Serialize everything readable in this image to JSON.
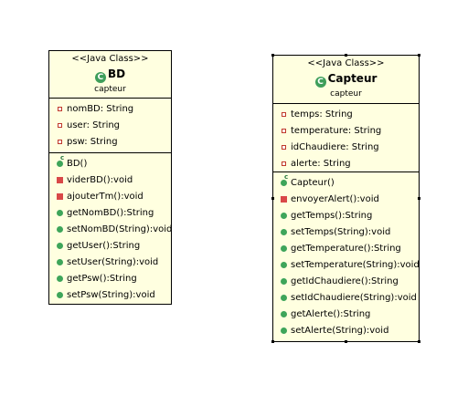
{
  "classes": [
    {
      "stereotype": "<<Java Class>>",
      "name": "BD",
      "package": "capteur",
      "attributes": [
        "nomBD: String",
        "user: String",
        "psw: String"
      ],
      "methods": [
        {
          "label": "BD()",
          "kind": "constructor"
        },
        {
          "label": "viderBD():void",
          "kind": "private"
        },
        {
          "label": "ajouterTm():void",
          "kind": "private"
        },
        {
          "label": "getNomBD():String",
          "kind": "public"
        },
        {
          "label": "setNomBD(String):void",
          "kind": "public"
        },
        {
          "label": "getUser():String",
          "kind": "public"
        },
        {
          "label": "setUser(String):void",
          "kind": "public"
        },
        {
          "label": "getPsw():String",
          "kind": "public"
        },
        {
          "label": "setPsw(String):void",
          "kind": "public"
        }
      ]
    },
    {
      "stereotype": "<<Java Class>>",
      "name": "Capteur",
      "package": "capteur",
      "attributes": [
        "temps: String",
        "temperature: String",
        "idChaudiere: String",
        "alerte: String"
      ],
      "methods": [
        {
          "label": "Capteur()",
          "kind": "constructor"
        },
        {
          "label": "envoyerAlert():void",
          "kind": "private"
        },
        {
          "label": "getTemps():String",
          "kind": "public"
        },
        {
          "label": "setTemps(String):void",
          "kind": "public"
        },
        {
          "label": "getTemperature():String",
          "kind": "public"
        },
        {
          "label": "setTemperature(String):void",
          "kind": "public"
        },
        {
          "label": "getIdChaudiere():String",
          "kind": "public"
        },
        {
          "label": "setIdChaudiere(String):void",
          "kind": "public"
        },
        {
          "label": "getAlerte():String",
          "kind": "public"
        },
        {
          "label": "setAlerte(String):void",
          "kind": "public"
        }
      ]
    }
  ],
  "colors": {
    "class_fill": "#ffffe0",
    "public_icon": "#3ea55a",
    "private_icon": "#d94848"
  }
}
